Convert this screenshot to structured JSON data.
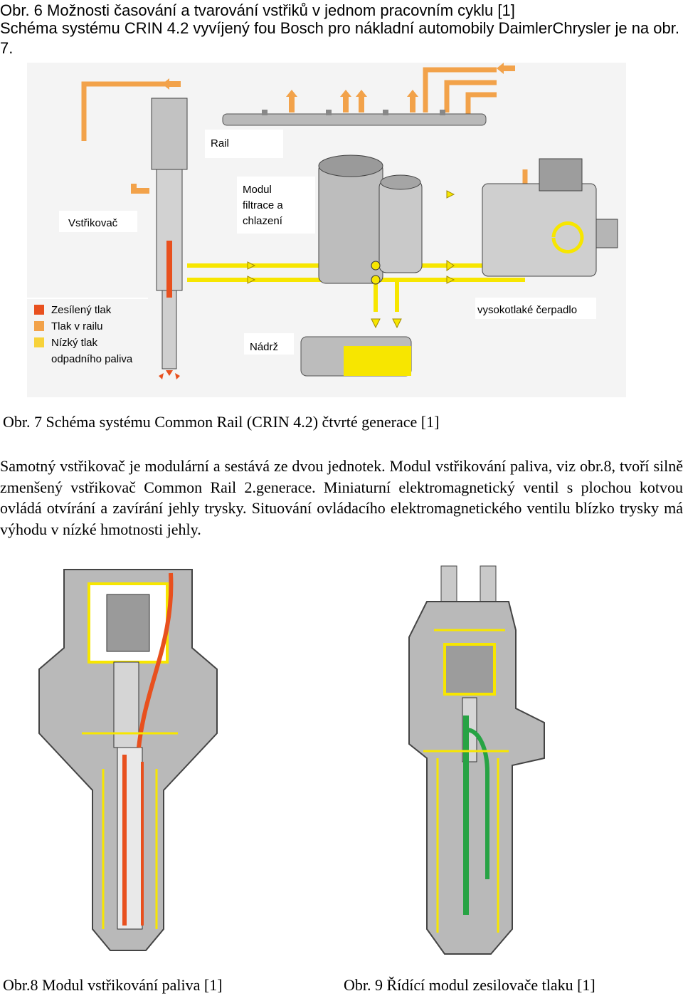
{
  "top_caption": "Obr. 6  Možnosti časování a tvarování vstřiků v jednom pracovním cyklu [1]",
  "intro_text": "Schéma systému CRIN 4.2 vyvíjený fou Bosch pro nákladní automobily DaimlerChrysler je na obr. 7.",
  "figure7": {
    "labels": {
      "rail": "Rail",
      "filter_module": [
        "Modul",
        "filtrace a",
        "chlazení"
      ],
      "injector": "Vstřikovač",
      "pump": "vysokotlaké čerpadlo",
      "tank": "Nádrž"
    },
    "legend": [
      {
        "label": "Zesílený tlak",
        "color": "#e8501e"
      },
      {
        "label": "Tlak v railu",
        "color": "#f2a24a"
      },
      {
        "label": "Nízký tlak",
        "color": "#f7d23a"
      },
      {
        "label": "odpadního paliva",
        "color": null
      }
    ],
    "caption": "Obr. 7  Schéma systému Common Rail (CRIN 4.2) čtvrté generace [1]"
  },
  "body_paragraph": "Samotný vstřikovač je modulární a sestává ze dvou jednotek. Modul vstřikování paliva, viz obr.8, tvoří silně zmenšený vstřikovač Common Rail 2.generace. Miniaturní elektromagnetický ventil s plochou kotvou ovládá otvírání a zavírání jehly trysky. Situování ovládacího elektromagnetického ventilu blízko trysky má výhodu v nízké hmotnosti jehly.",
  "figure8": {
    "caption": "Obr.8  Modul vstřikování paliva [1]"
  },
  "figure9": {
    "caption": "Obr. 9 Řídící modul zesilovače tlaku [1]"
  },
  "colors": {
    "high_pressure": "#e8501e",
    "rail_pressure": "#f2a24a",
    "low_pressure": "#f7e600",
    "return_flow": "#27a344",
    "metal": "#b9b9b9"
  }
}
